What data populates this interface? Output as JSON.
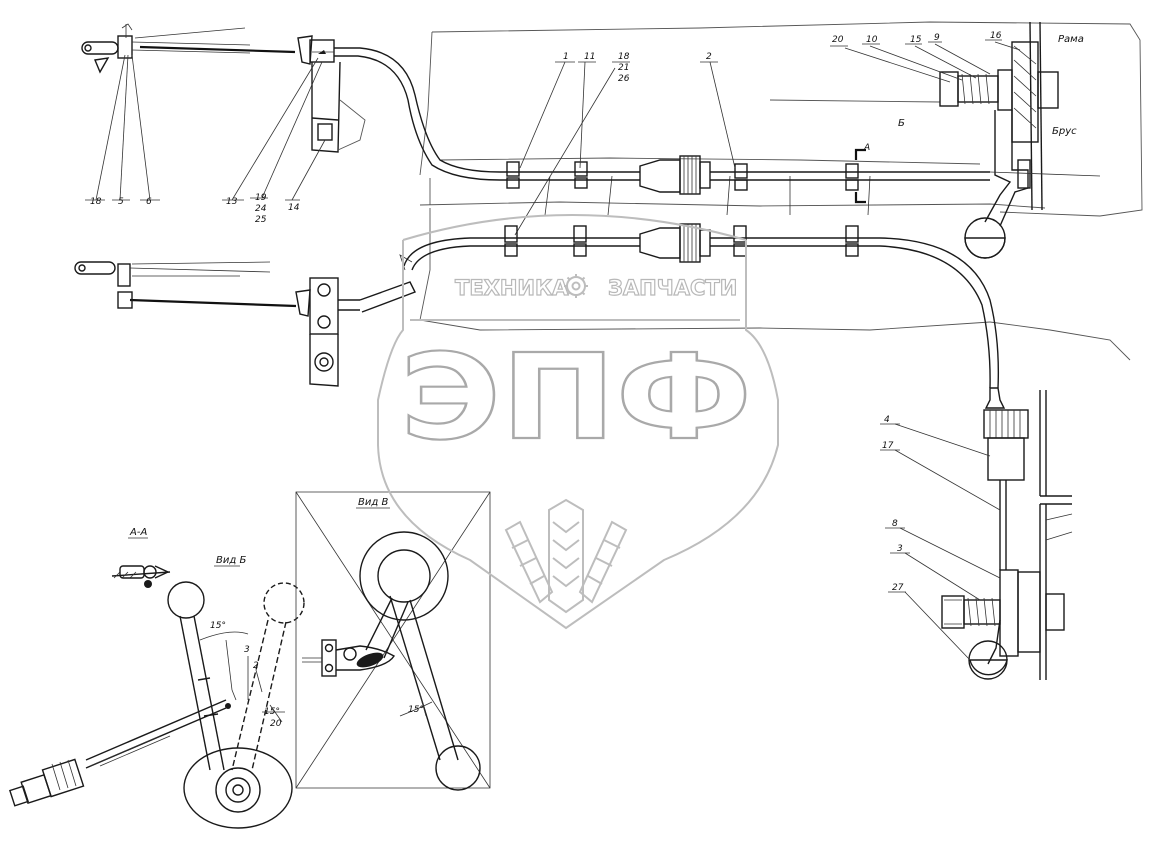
{
  "callouts": {
    "top_left_18": "18",
    "top_left_5": "5",
    "top_left_6": "6",
    "lever_13": "13",
    "lever_19": "19",
    "lever_24": "24",
    "lever_25": "25",
    "lever_14": "14",
    "top_1": "1",
    "top_11": "11",
    "top_18": "18",
    "top_21": "21",
    "top_26": "26",
    "top_2": "2",
    "rt_20": "20",
    "rt_10": "10",
    "rt_15": "15",
    "rt_9": "9",
    "rt_16": "16",
    "rt_4": "4",
    "rt_17": "17",
    "rt_8": "8",
    "rt_3": "3",
    "rt_27": "27",
    "view_a_mark": "A"
  },
  "annotations": {
    "rama": "Рама",
    "brus": "Брус",
    "view_b_mark": "Б",
    "section_aa": "А-А",
    "view_b_label": "Вид Б",
    "view_v_label": "Вид В",
    "angle_15_a": "15°",
    "angle_15_b": "15°",
    "angle_15_c": "15°",
    "small_3": "3",
    "small_2": "2",
    "small_20": "20"
  },
  "watermark": {
    "top_text_left": "ТЕХНИКА",
    "top_text_right": "ЗАПЧАСТИ",
    "main_text": "ЭПФ",
    "gear_icon": "gear-icon",
    "emblem_icon": "wheat-emblem-icon"
  },
  "colors": {
    "ink": "#1a1a1a",
    "watermark": "#b0b0b0"
  }
}
